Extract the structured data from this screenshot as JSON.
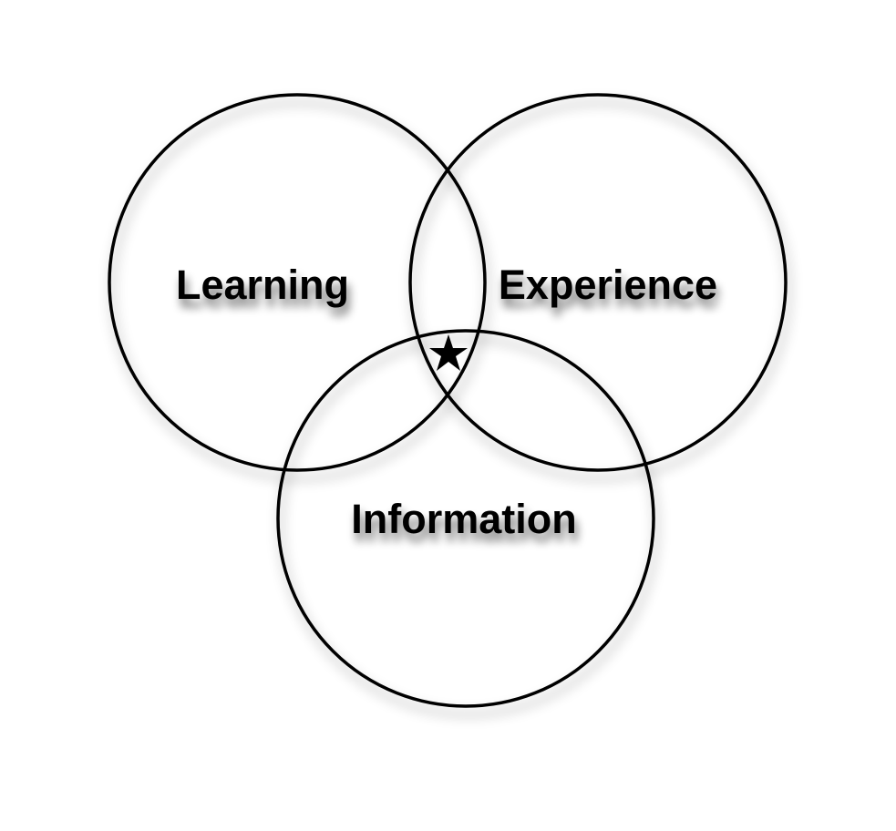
{
  "diagram": {
    "type": "venn",
    "sets": [
      {
        "label": "Learning"
      },
      {
        "label": "Experience"
      },
      {
        "label": "Information"
      }
    ],
    "center_marker": "star-icon",
    "colors": {
      "stroke": "#000000",
      "text": "#000000",
      "background": "#ffffff"
    }
  }
}
